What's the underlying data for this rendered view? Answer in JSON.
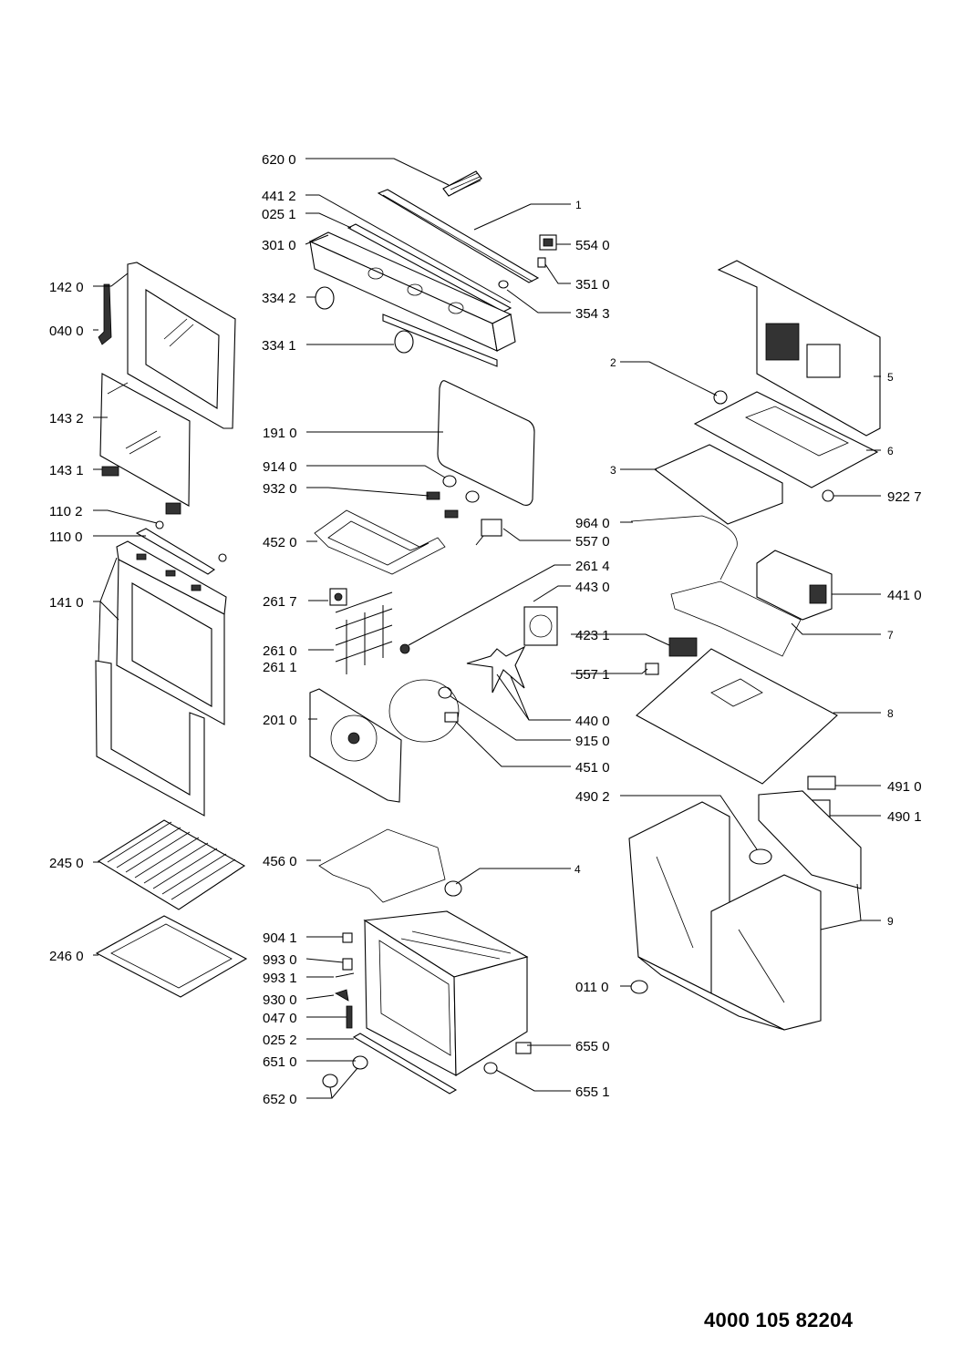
{
  "document_code": "4000 105 82204",
  "labels": {
    "p6200": "620 0",
    "p4412": "441 2",
    "p0251": "025 1",
    "p3010": "301 0",
    "p1": "1",
    "p5540": "554 0",
    "p3510": "351 0",
    "p3543": "354 3",
    "p3342": "334 2",
    "p3341": "334 1",
    "p1420": "142 0",
    "p0400": "040 0",
    "p1432": "143 2",
    "p1431": "143 1",
    "p1102": "110 2",
    "p1100": "110 0",
    "p1410": "141 0",
    "p1910": "191 0",
    "p9140": "914 0",
    "p9320": "932 0",
    "p4520": "452 0",
    "p5570": "557 0",
    "p2614": "261 4",
    "p4430": "443 0",
    "p2617": "261 7",
    "p2610": "261 0",
    "p2611": "261 1",
    "p2010": "201 0",
    "p4231": "423 1",
    "p5571": "557 1",
    "p4400": "440 0",
    "p9150": "915 0",
    "p4510": "451 0",
    "p2": "2",
    "p5": "5",
    "p6": "6",
    "p3": "3",
    "p9227": "922 7",
    "p9640": "964 0",
    "p4410": "441 0",
    "p7": "7",
    "p8": "8",
    "p4910": "491 0",
    "p4902": "490 2",
    "p4901": "490 1",
    "p9": "9",
    "p2450": "245 0",
    "p2460": "246 0",
    "p4560": "456 0",
    "p4": "4",
    "p9041": "904 1",
    "p9930": "993 0",
    "p9931": "993 1",
    "p9300": "930 0",
    "p0470": "047 0",
    "p0252": "025 2",
    "p6510": "651 0",
    "p6520": "652 0",
    "p6550": "655 0",
    "p6551": "655 1",
    "p0110": "011 0"
  }
}
